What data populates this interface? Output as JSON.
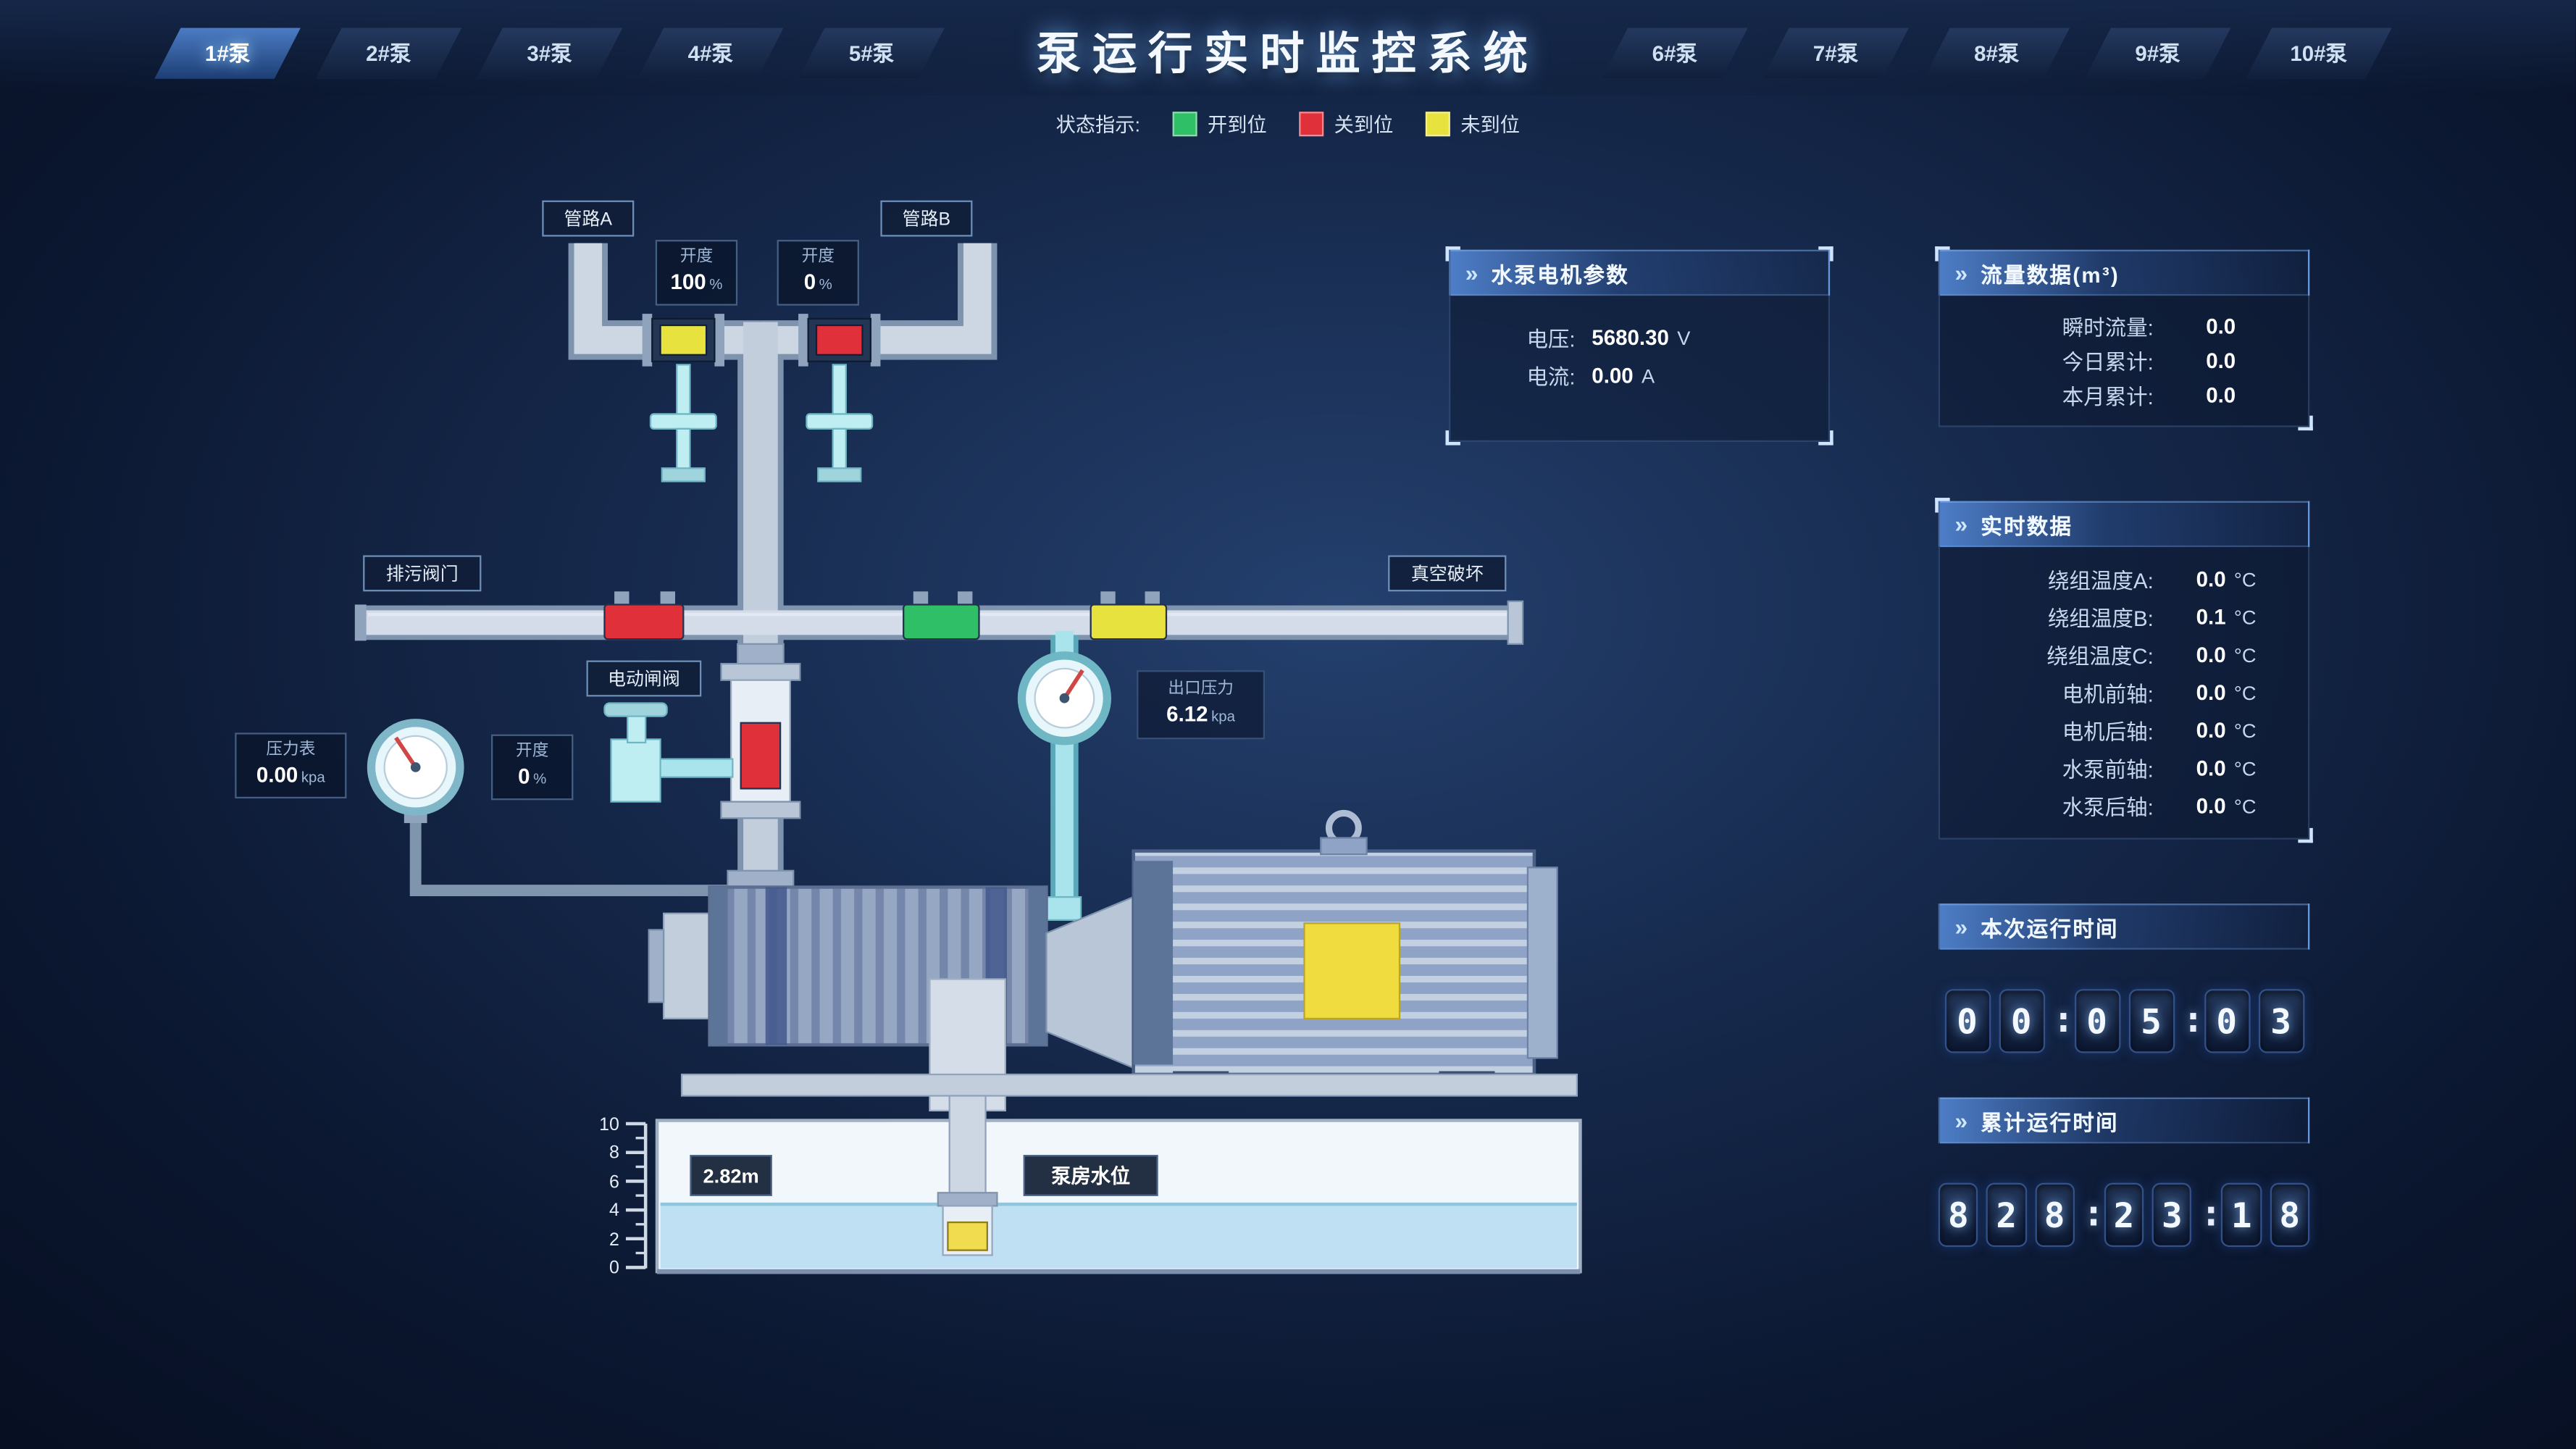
{
  "header": {
    "title": "泵运行实时监控系统",
    "tabs_left": [
      {
        "label": "1#泵"
      },
      {
        "label": "2#泵"
      },
      {
        "label": "3#泵"
      },
      {
        "label": "4#泵"
      },
      {
        "label": "5#泵"
      }
    ],
    "tabs_right": [
      {
        "label": "6#泵"
      },
      {
        "label": "7#泵"
      },
      {
        "label": "8#泵"
      },
      {
        "label": "9#泵"
      },
      {
        "label": "10#泵"
      }
    ]
  },
  "legend": {
    "title": "状态指示:",
    "items": [
      {
        "label": "开到位",
        "color": "#2fbf66"
      },
      {
        "label": "关到位",
        "color": "#e0313a"
      },
      {
        "label": "未到位",
        "color": "#e8e23f"
      }
    ]
  },
  "ui": {
    "panel_icon": "»"
  },
  "panels": {
    "motor": {
      "title": "水泵电机参数",
      "rows": [
        {
          "label": "电压:",
          "value": "5680.30",
          "unit": "V"
        },
        {
          "label": "电流:",
          "value": "0.00",
          "unit": "A"
        }
      ]
    },
    "flow": {
      "title": "流量数据(m³)",
      "rows": [
        {
          "label": "瞬时流量:",
          "value": "0.0"
        },
        {
          "label": "今日累计:",
          "value": "0.0"
        },
        {
          "label": "本月累计:",
          "value": "0.0"
        }
      ]
    },
    "realtime": {
      "title": "实时数据",
      "rows": [
        {
          "label": "绕组温度A:",
          "value": "0.0",
          "unit": "°C"
        },
        {
          "label": "绕组温度B:",
          "value": "0.1",
          "unit": "°C"
        },
        {
          "label": "绕组温度C:",
          "value": "0.0",
          "unit": "°C"
        },
        {
          "label": "电机前轴:",
          "value": "0.0",
          "unit": "°C"
        },
        {
          "label": "电机后轴:",
          "value": "0.0",
          "unit": "°C"
        },
        {
          "label": "水泵前轴:",
          "value": "0.0",
          "unit": "°C"
        },
        {
          "label": "水泵后轴:",
          "value": "0.0",
          "unit": "°C"
        }
      ]
    },
    "current_runtime": {
      "title": "本次运行时间",
      "digits": [
        "0",
        "0",
        ":",
        "0",
        "5",
        ":",
        "0",
        "3"
      ]
    },
    "total_runtime": {
      "title": "累计运行时间",
      "digits": [
        "8",
        "2",
        "8",
        ":",
        "2",
        "3",
        ":",
        "1",
        "8"
      ]
    }
  },
  "schematic": {
    "pipe_a_label": "管路A",
    "pipe_b_label": "管路B",
    "valve_a_opening": {
      "label": "开度",
      "value": "100",
      "unit": "%"
    },
    "valve_b_opening": {
      "label": "开度",
      "value": "0",
      "unit": "%"
    },
    "gate_valve_label": "电动闸阀",
    "gate_opening": {
      "label": "开度",
      "value": "0",
      "unit": "%"
    },
    "pressure_gauge": {
      "label": "压力表",
      "value": "0.00",
      "unit": "kpa"
    },
    "outlet_pressure": {
      "label": "出口压力",
      "value": "6.12",
      "unit": "kpa"
    },
    "drain_label": "排污阀门",
    "vacuum_label": "真空破坏",
    "water_level_value": "2.82m",
    "water_level_label": "泵房水位",
    "tank_scale": [
      "10",
      "8",
      "6",
      "4",
      "2",
      "0"
    ],
    "status_colors": {
      "valve_top_left": "#e8e23f",
      "valve_top_right": "#e0313a",
      "valve_line_left": "#e0313a",
      "valve_line_mid": "#2fbf66",
      "valve_line_right": "#e8e23f",
      "gate_valve": "#e0313a",
      "foot_valve": "#f0dc4e"
    }
  }
}
